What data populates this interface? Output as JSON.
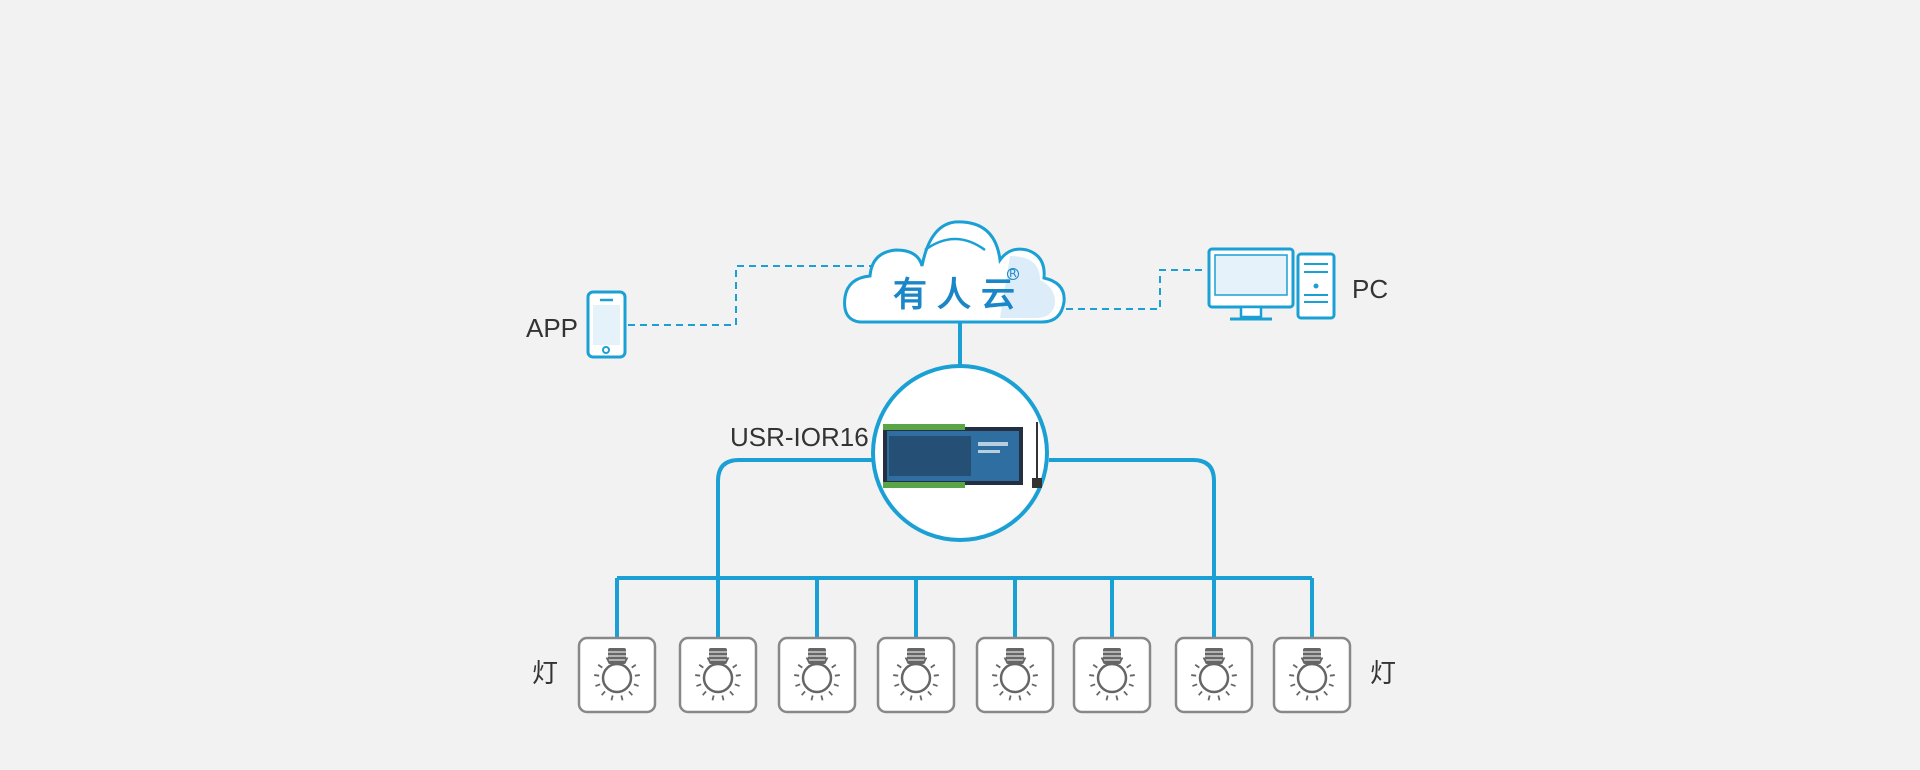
{
  "cloud": {
    "name": "有人云",
    "registered_mark": "R"
  },
  "app": {
    "label": "APP",
    "icon": "smartphone-icon"
  },
  "pc": {
    "label": "PC",
    "icon": "desktop-computer-icon"
  },
  "device": {
    "model": "USR-IOR16",
    "icon": "io-controller-icon"
  },
  "lamps": {
    "label_left": "灯",
    "label_right": "灯",
    "count": 8,
    "icon": "light-bulb-icon"
  },
  "colors": {
    "background": "#f2f2f2",
    "accent": "#1aa0d4",
    "cloud_text": "#1a86c8",
    "lamp_border": "#888888",
    "text": "#333333"
  }
}
